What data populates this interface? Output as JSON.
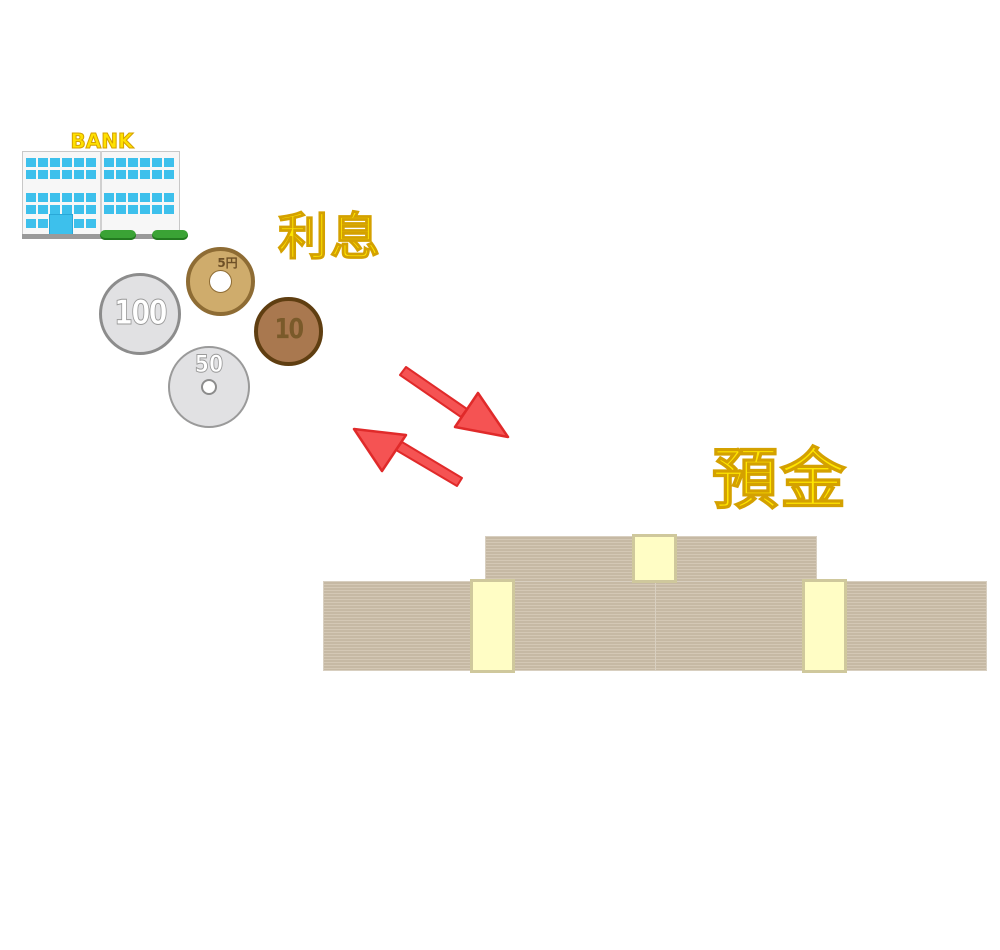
{
  "bank": {
    "sign": "BANK",
    "icon": "bank-building-icon"
  },
  "labels": {
    "interest": "利息",
    "deposit": "預金"
  },
  "coins": [
    {
      "denomination": "100",
      "icon": "coin-100-yen-icon"
    },
    {
      "denomination": "5円",
      "icon": "coin-5-yen-icon"
    },
    {
      "denomination": "10",
      "icon": "coin-10-yen-icon"
    },
    {
      "denomination": "50",
      "icon": "coin-50-yen-icon"
    }
  ],
  "arrows": {
    "to_deposit": "arrow-down-right-icon",
    "to_bank": "arrow-up-left-icon",
    "color": "#f24a4a"
  },
  "money": {
    "icon": "banknote-stack-icon",
    "stack_color": "#c6b9a4",
    "band_color": "#fffdc5"
  },
  "colors": {
    "label_yellow": "#ffe600",
    "window_blue": "#3dc0ec"
  }
}
